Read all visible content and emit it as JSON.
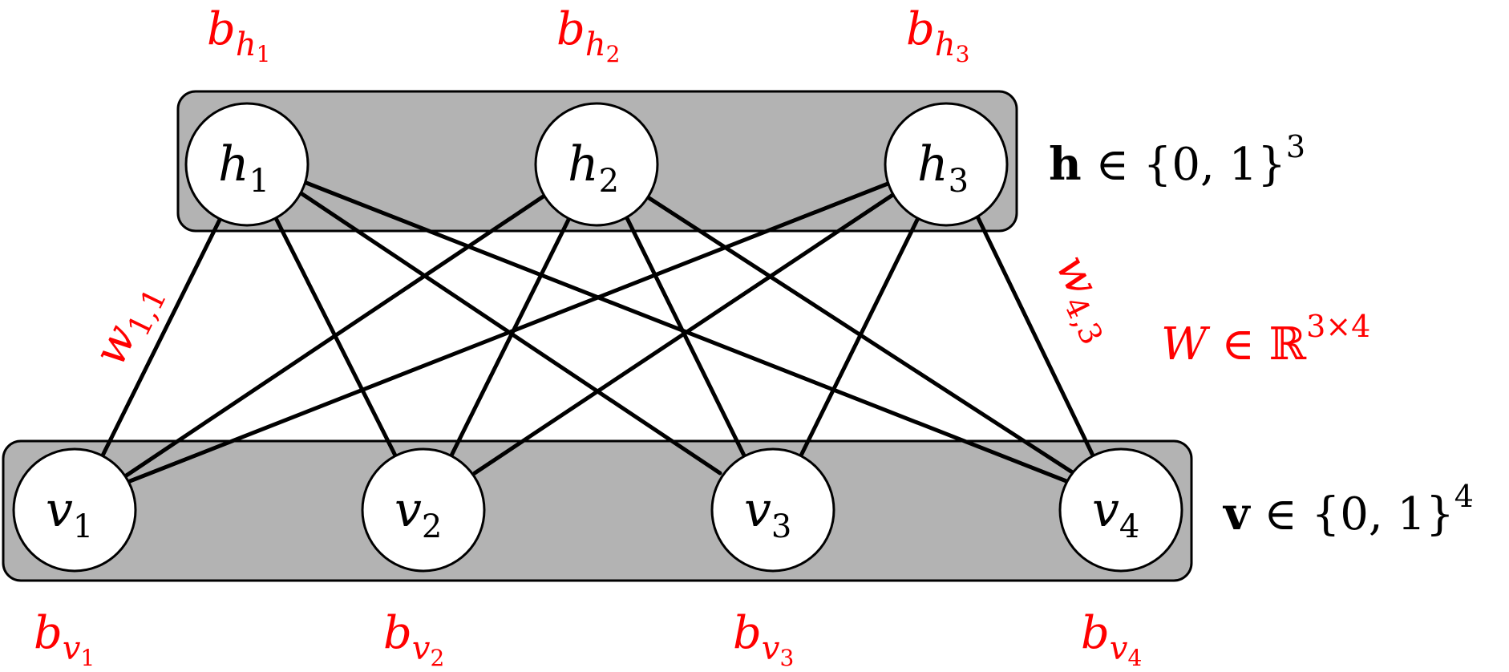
{
  "colors": {
    "bias": "#ff0000",
    "layer_fill": "#b3b3b3",
    "node_fill": "#ffffff",
    "line": "#000000"
  },
  "hidden_units": [
    {
      "base": "h",
      "sub": "1",
      "bias_base": "b",
      "bias_sub_base": "h",
      "bias_sub": "1"
    },
    {
      "base": "h",
      "sub": "2",
      "bias_base": "b",
      "bias_sub_base": "h",
      "bias_sub": "2"
    },
    {
      "base": "h",
      "sub": "3",
      "bias_base": "b",
      "bias_sub_base": "h",
      "bias_sub": "3"
    }
  ],
  "visible_units": [
    {
      "base": "v",
      "sub": "1",
      "bias_base": "b",
      "bias_sub_base": "v",
      "bias_sub": "1"
    },
    {
      "base": "v",
      "sub": "2",
      "bias_base": "b",
      "bias_sub_base": "v",
      "bias_sub": "2"
    },
    {
      "base": "v",
      "sub": "3",
      "bias_base": "b",
      "bias_sub_base": "v",
      "bias_sub": "3"
    },
    {
      "base": "v",
      "sub": "4",
      "bias_base": "b",
      "bias_sub_base": "v",
      "bias_sub": "4"
    }
  ],
  "hidden_layer_label": {
    "symbol": "h",
    "relation": " ∈ {0, 1}",
    "power": "3"
  },
  "visible_layer_label": {
    "symbol": "v",
    "relation": " ∈ {0, 1}",
    "power": "4"
  },
  "weight_matrix_label": {
    "symbol": "W",
    "relation": " ∈ ℝ",
    "power": "3×4"
  },
  "weight_label_first": {
    "base": "w",
    "sub": "1,1"
  },
  "weight_label_last": {
    "base": "w",
    "sub": "4,3"
  }
}
